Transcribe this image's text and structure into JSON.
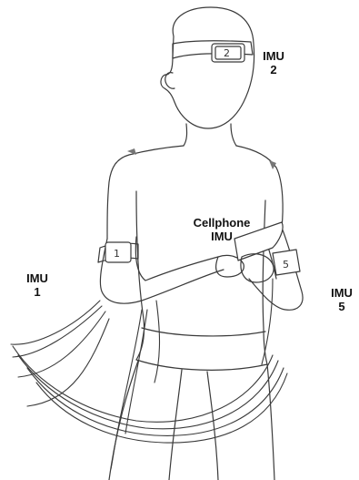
{
  "labels": {
    "imu2": {
      "line1": "IMU",
      "line2": "2"
    },
    "imu1": {
      "line1": "IMU",
      "line2": "1"
    },
    "imu5": {
      "line1": "IMU",
      "line2": "5"
    },
    "cellphone": {
      "line1": "Cellphone",
      "line2": "IMU"
    }
  },
  "sensor_tags": {
    "head": "2",
    "left_arm": "1",
    "right_arm": "5"
  },
  "colors": {
    "stroke": "#3a3a3a",
    "label": "#111111",
    "background": "#ffffff"
  }
}
